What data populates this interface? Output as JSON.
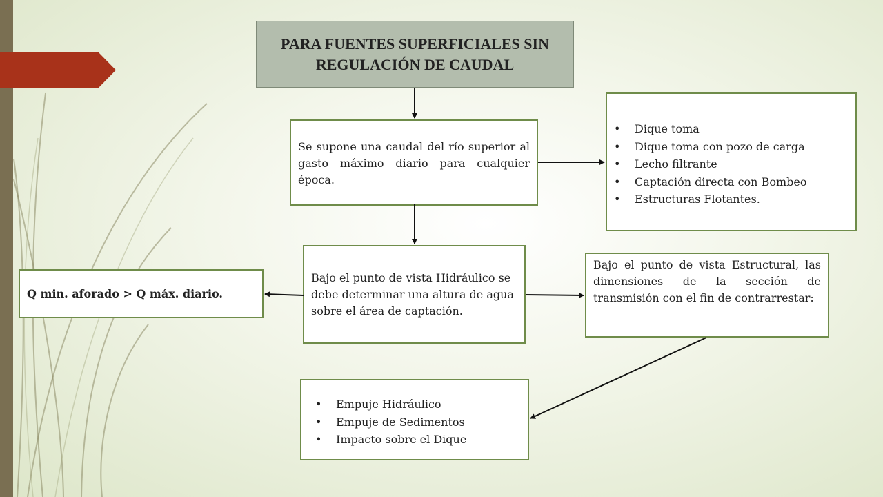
{
  "title": "PARA FUENTES SUPERFICIALES SIN REGULACIÓN DE CAUDAL",
  "box_supone": "Se supone una caudal del río superior al gasto máximo diario para cualquier época.",
  "box_opciones": [
    "Dique toma",
    "Dique toma con pozo de carga",
    "Lecho filtrante",
    "Captación directa con Bombeo",
    "Estructuras Flotantes."
  ],
  "box_hidraulico": "Bajo el punto de vista Hidráulico se debe determinar una altura de agua sobre el área de captación.",
  "box_estructural": "Bajo el punto de vista Estructural, las dimensiones de la sección de transmisión con el fin de contrarrestar:",
  "box_condicion": "Q min. aforado > Q máx. diario.",
  "box_empujes": [
    "Empuje Hidráulico",
    "Empuje de Sedimentos",
    "Impacto sobre el Dique"
  ],
  "colors": {
    "side_bar": "#7a6f52",
    "red_tab": "#a8321a",
    "title_fill": "#b3bdad",
    "box_border": "#6f8c4a"
  }
}
